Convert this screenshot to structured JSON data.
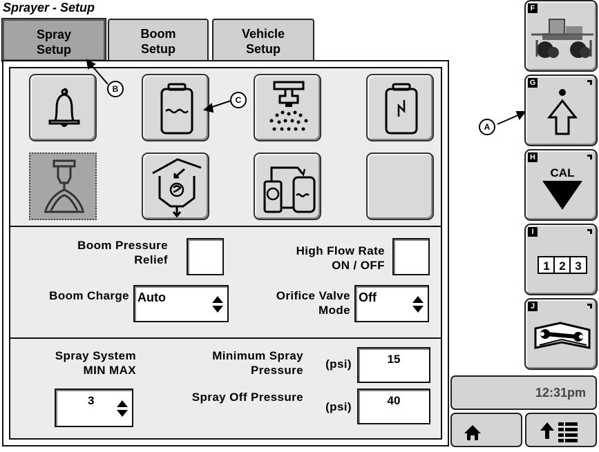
{
  "title": "Sprayer - Setup",
  "tabs": [
    {
      "line1": "Spray",
      "line2": "Setup",
      "active": true
    },
    {
      "line1": "Boom",
      "line2": "Setup",
      "active": false
    },
    {
      "line1": "Vehicle",
      "line2": "Setup",
      "active": false
    }
  ],
  "icon_buttons": [
    {
      "name": "alarm-bell-icon"
    },
    {
      "name": "tank-level-icon"
    },
    {
      "name": "nozzle-spray-icon"
    },
    {
      "name": "battery-tank-icon"
    },
    {
      "name": "boom-nozzle-icon",
      "selected": true
    },
    {
      "name": "inductor-hopper-icon"
    },
    {
      "name": "pump-tank-icon"
    },
    {
      "name": "empty-slot"
    }
  ],
  "settings": {
    "boom_pressure_relief": {
      "line1": "Boom Pressure",
      "line2": "Relief",
      "checked": false
    },
    "high_flow_rate": {
      "line1": "High Flow Rate",
      "line2": "ON / OFF",
      "checked": false
    },
    "boom_charge": {
      "label": "Boom Charge",
      "value": "Auto"
    },
    "orifice_valve_mode": {
      "line1": "Orifice Valve",
      "line2": "Mode",
      "value": "Off"
    }
  },
  "spray_system": {
    "label_line1": "Spray System",
    "label_line2": "MIN MAX",
    "value": "3",
    "min_pressure": {
      "line1": "Minimum Spray",
      "line2": "Pressure",
      "unit": "(psi)",
      "value": "15"
    },
    "off_pressure": {
      "label": "Spray Off Pressure",
      "unit": "(psi)",
      "value": "40"
    }
  },
  "side_buttons": [
    {
      "key": "F",
      "name": "sprayer-vehicle-icon"
    },
    {
      "key": "G",
      "name": "up-arrow-icon"
    },
    {
      "key": "H",
      "label": "CAL",
      "name": "cal-down-arrow-icon"
    },
    {
      "key": "I",
      "label": "123",
      "name": "numbers-icon"
    },
    {
      "key": "J",
      "name": "manual-wrench-icon"
    }
  ],
  "clock": "12:31pm",
  "callouts": {
    "a": "A",
    "b": "B",
    "c": "C"
  },
  "colors": {
    "button_face": "#d4d4d4",
    "selected": "#a6a6a6",
    "panel": "#ececec"
  }
}
